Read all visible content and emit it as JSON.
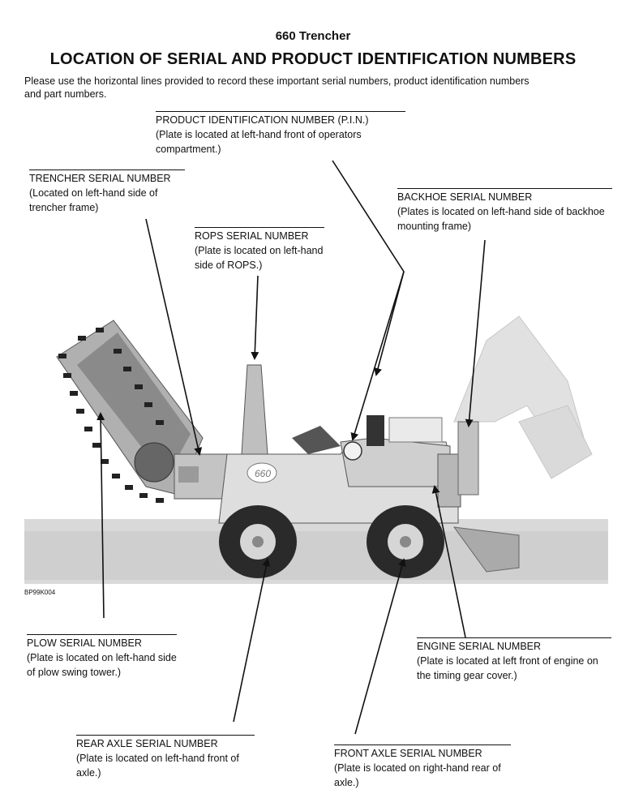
{
  "header": {
    "subtitle": "660 Trencher",
    "title": "LOCATION OF SERIAL AND PRODUCT IDENTIFICATION NUMBERS"
  },
  "intro": "Please use the horizontal lines provided to record these important serial numbers, product identification numbers and part numbers.",
  "callouts": {
    "pin": {
      "heading": "PRODUCT IDENTIFICATION NUMBER (P.I.N.)",
      "description": "(Plate is located at left-hand front of operators compartment.)"
    },
    "trencher": {
      "heading": "TRENCHER SERIAL NUMBER",
      "description": "(Located on left-hand side of trencher frame)"
    },
    "backhoe": {
      "heading": "BACKHOE SERIAL NUMBER",
      "description": "(Plates is located on left-hand side of backhoe mounting frame)"
    },
    "rops": {
      "heading": "ROPS SERIAL NUMBER",
      "description": "(Plate is located on left-hand side of ROPS.)"
    },
    "plow": {
      "heading": "PLOW SERIAL NUMBER",
      "description": "(Plate is located on left-hand side of plow swing tower.)"
    },
    "engine": {
      "heading": "ENGINE SERIAL NUMBER",
      "description": "(Plate is located at left front of engine on the timing gear cover.)"
    },
    "rear_axle": {
      "heading": "REAR AXLE SERIAL NUMBER",
      "description": "(Plate is located on left-hand front of axle.)"
    },
    "front_axle": {
      "heading": "FRONT AXLE SERIAL NUMBER",
      "description": "(Plate is located on right-hand rear of axle.)"
    }
  },
  "figure": {
    "code": "BP99K004",
    "model_badge": "660"
  }
}
